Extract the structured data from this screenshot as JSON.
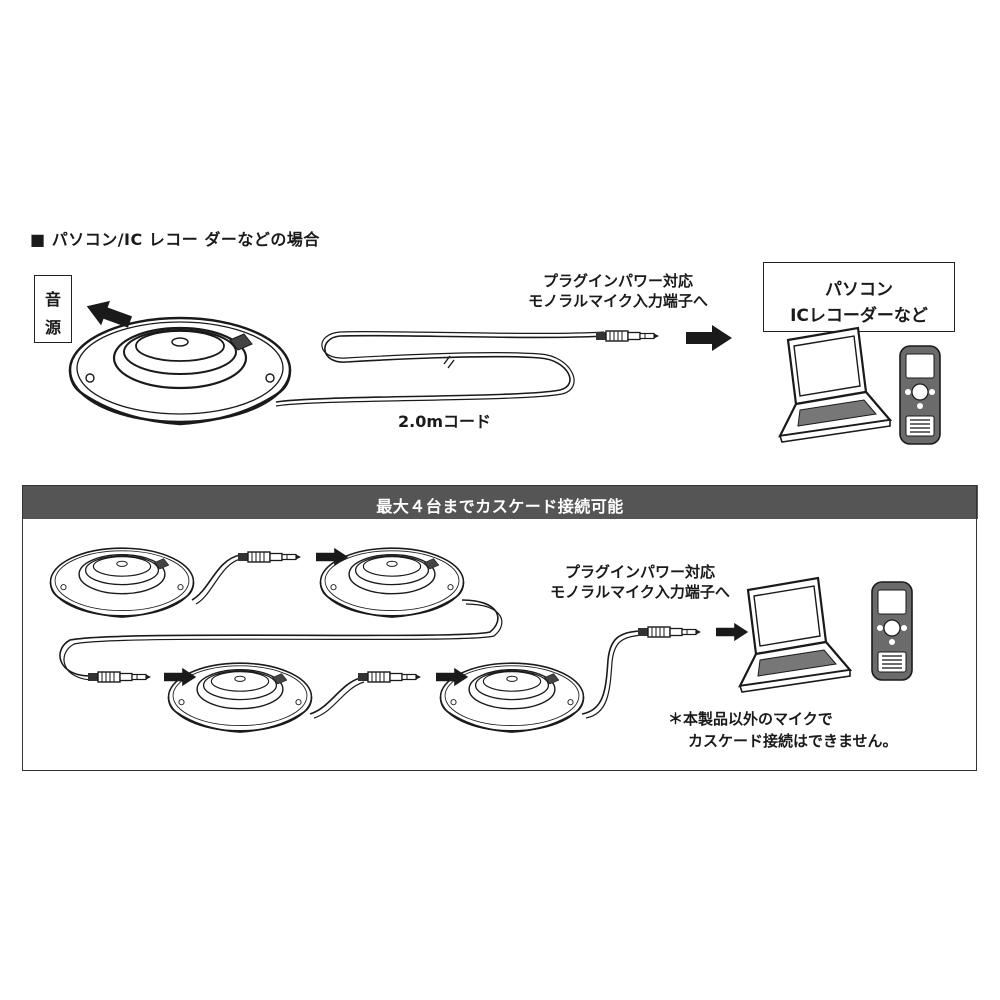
{
  "section1": {
    "title": "■ パソコン/IC レコー ダーなどの場合",
    "source_label_line1": "音",
    "source_label_line2": "源",
    "plug_label_line1": "プラグインパワー対応",
    "plug_label_line2": "モノラルマイク入力端子へ",
    "cord_label": "2.0mコード",
    "device_box_line1": "パソコン",
    "device_box_line2": "ICレコーダーなど"
  },
  "section2": {
    "banner": "最大４台までカスケード接続可能",
    "plug_label_line1": "プラグインパワー対応",
    "plug_label_line2": "モノラルマイク入力端子へ",
    "note_line1": "＊本製品以外のマイクで",
    "note_line2": "カスケード接続はできません。"
  },
  "colors": {
    "line": "#1a1a1a",
    "banner_bg": "#555555",
    "banner_text": "#ffffff",
    "device_gray": "#6b6b6b"
  },
  "icons": [
    "microphone-icon",
    "audio-plug-icon",
    "laptop-icon",
    "ic-recorder-icon",
    "arrow-right-icon",
    "cable-tie-icon"
  ]
}
